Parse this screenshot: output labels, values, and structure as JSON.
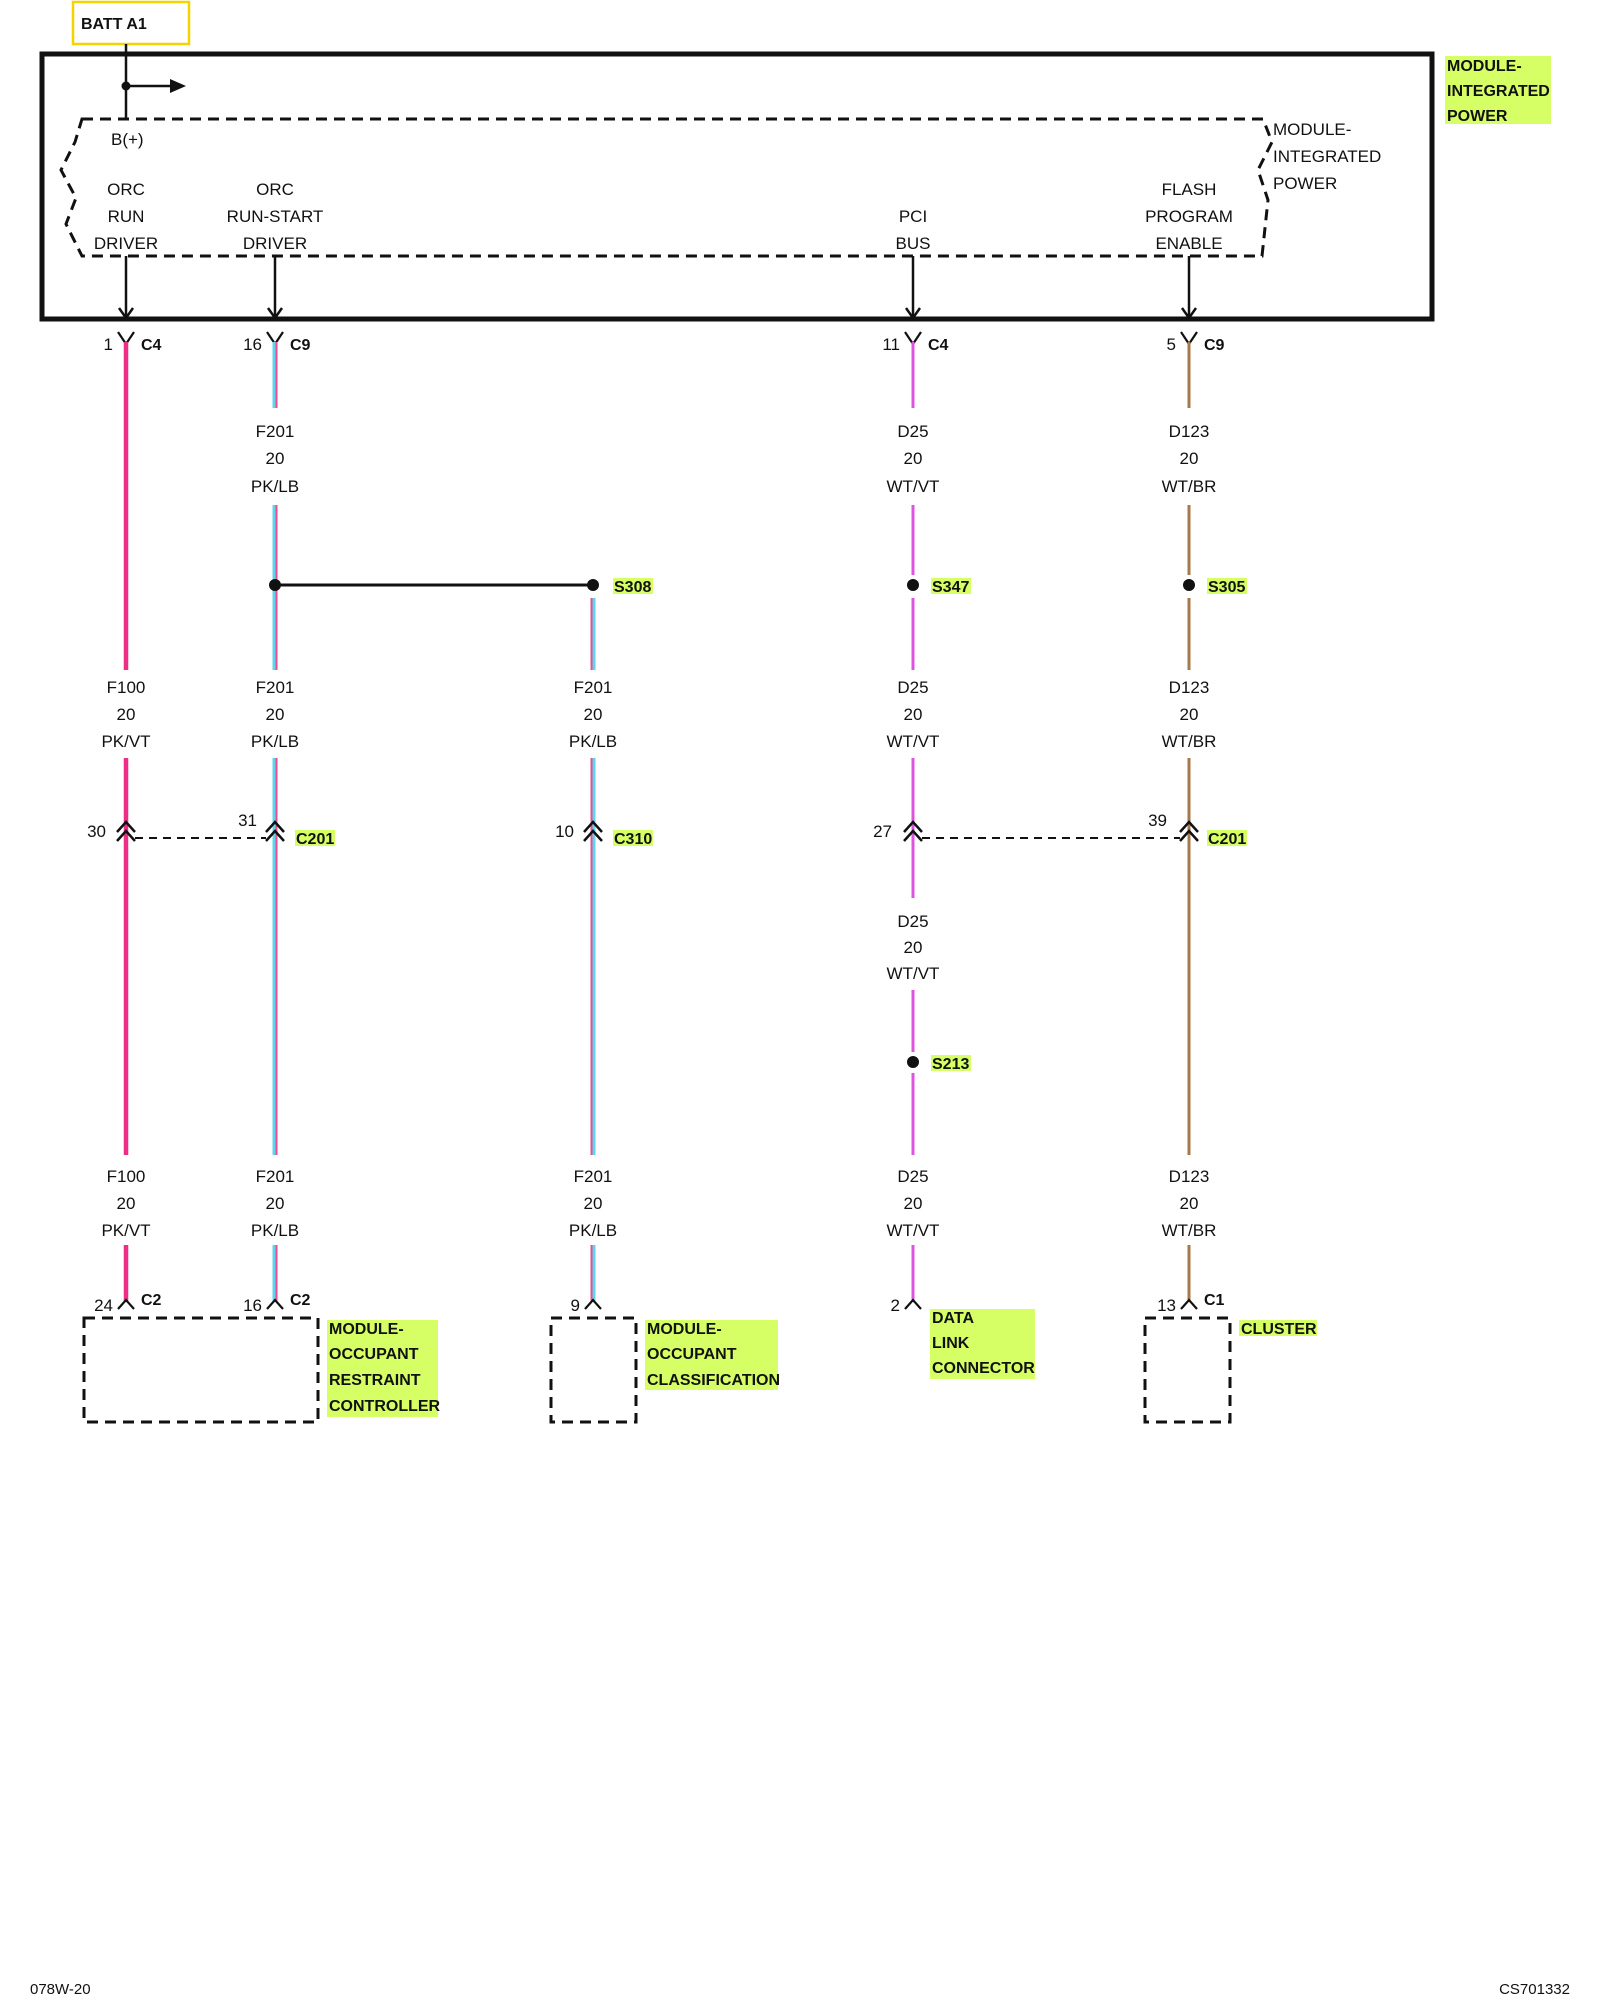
{
  "colors": {
    "pk_vt": "#ee2d86",
    "pk_lb_main": "#ee4d8c",
    "pk_lb_stripe": "#5fd4ef",
    "wt_vt": "#dd55dd",
    "wt_br": "#a57a4a",
    "highlight": "#d6ff66",
    "batt_box": "#f3d400"
  },
  "batt_label": "BATT A1",
  "module_integrated_power": {
    "side_label": [
      "MODULE-",
      "INTEGRATED",
      "POWER"
    ],
    "inner_label": [
      "MODULE-",
      "INTEGRATED",
      "POWER"
    ],
    "bplus": "B(+)",
    "outputs": [
      {
        "lines": [
          "ORC",
          "RUN",
          "DRIVER"
        ]
      },
      {
        "lines": [
          "ORC",
          "RUN-START",
          "DRIVER"
        ]
      },
      {
        "lines": [
          "PCI",
          "BUS"
        ]
      },
      {
        "lines": [
          "FLASH",
          "PROGRAM",
          "ENABLE"
        ]
      }
    ]
  },
  "top_connectors": [
    {
      "pin": "1",
      "name": "C4"
    },
    {
      "pin": "16",
      "name": "C9"
    },
    {
      "pin": "11",
      "name": "C4"
    },
    {
      "pin": "5",
      "name": "C9"
    }
  ],
  "wire_labels": {
    "f201_top": [
      "F201",
      "20",
      "PK/LB"
    ],
    "d25_top": [
      "D25",
      "20",
      "WT/VT"
    ],
    "d123_top": [
      "D123",
      "20",
      "WT/BR"
    ],
    "f100_mid": [
      "F100",
      "20",
      "PK/VT"
    ],
    "f201_mid": [
      "F201",
      "20",
      "PK/LB"
    ],
    "f201_mid_b": [
      "F201",
      "20",
      "PK/LB"
    ],
    "d25_mid": [
      "D25",
      "20",
      "WT/VT"
    ],
    "d123_mid": [
      "D123",
      "20",
      "WT/BR"
    ],
    "d25_low": [
      "D25",
      "20",
      "WT/VT"
    ],
    "f100_bot": [
      "F100",
      "20",
      "PK/VT"
    ],
    "f201_bot": [
      "F201",
      "20",
      "PK/LB"
    ],
    "f201_bot_b": [
      "F201",
      "20",
      "PK/LB"
    ],
    "d25_bot": [
      "D25",
      "20",
      "WT/VT"
    ],
    "d123_bot": [
      "D123",
      "20",
      "WT/BR"
    ]
  },
  "splices": [
    "S308",
    "S347",
    "S305",
    "S213"
  ],
  "inline_connectors": {
    "c201_left": {
      "pin_a": "30",
      "pin_b": "31",
      "name": "C201"
    },
    "c310": {
      "pin": "10",
      "name": "C310"
    },
    "c201_right": {
      "pin_a": "27",
      "pin_b": "39",
      "name": "C201"
    }
  },
  "bottom_connectors": [
    {
      "pin": "24",
      "name": "C2"
    },
    {
      "pin": "16",
      "name": "C2"
    },
    {
      "pin": "9",
      "name": ""
    },
    {
      "pin": "2",
      "name": ""
    },
    {
      "pin": "13",
      "name": "C1"
    }
  ],
  "components": {
    "orc": [
      "MODULE-",
      "OCCUPANT",
      "RESTRAINT",
      "CONTROLLER"
    ],
    "occ": [
      "MODULE-",
      "OCCUPANT",
      "CLASSIFICATION"
    ],
    "dlc": [
      "DATA",
      "LINK",
      "CONNECTOR"
    ],
    "cluster": [
      "CLUSTER"
    ]
  },
  "footer": {
    "left": "078W-20",
    "right": "CS701332"
  }
}
